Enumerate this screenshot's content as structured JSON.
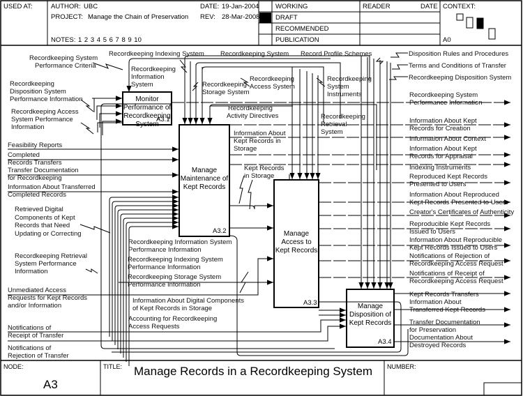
{
  "header": {
    "used_at_label": "USED AT:",
    "author_label": "AUTHOR:",
    "author": "UBC",
    "project_label": "PROJECT:",
    "project": "Manage the Chain of Preservation",
    "date_label": "DATE:",
    "date": "19-Jan-2004",
    "rev_label": "REV:",
    "rev": "28-Mar-2008",
    "notes_label": "NOTES:",
    "notes": "1  2  3  4  5  6  7  8  9  10",
    "status": [
      {
        "label": "WORKING",
        "selected": false
      },
      {
        "label": "DRAFT",
        "selected": true
      },
      {
        "label": "RECOMMENDED",
        "selected": false
      },
      {
        "label": "PUBLICATION",
        "selected": false
      }
    ],
    "reader_label": "READER",
    "reader_date_label": "DATE",
    "context_label": "CONTEXT:",
    "context_node": "A0"
  },
  "boxes": [
    {
      "id": "A3.1",
      "label_lines": [
        "Monitor",
        "Performance of",
        "Recordkeeping",
        "System"
      ]
    },
    {
      "id": "A3.2",
      "label_lines": [
        "Manage",
        "Maintenance of",
        "Kept Records"
      ]
    },
    {
      "id": "A3.3",
      "label_lines": [
        "Manage",
        "Access to",
        "Kept Records"
      ]
    },
    {
      "id": "A3.4",
      "label_lines": [
        "Manage",
        "Disposition of",
        "Kept  Records"
      ]
    }
  ],
  "controls": {
    "rk_system_performance_criteria": [
      "Recordkeeping System",
      "Performance Criteria"
    ],
    "rk_indexing_system": "Recordkeeping Indexing System",
    "rk_system": "Recordkeeping System",
    "record_profile_schemes": "Record Profile Schemes",
    "disposition_rules": "Disposition Rules and Procedures",
    "terms_conditions": "Terms and Conditions of Transfer",
    "rk_disposition_system": "Recordkeeping Disposition System",
    "rk_information_system": [
      "Recordkeeping",
      "Information",
      "System"
    ],
    "rk_storage_system": [
      "Recordkeeping",
      "Storage System"
    ],
    "rk_access_system": [
      "Recordkeeping",
      "Access System"
    ],
    "rk_system_instruments": [
      "Recordkeeping",
      "System",
      "Instruments"
    ],
    "rk_activity_directives": [
      "Recordkeeping",
      "Activity Directives"
    ],
    "rk_retrieval_system": [
      "Recordkeeping",
      "Retrieval",
      "System"
    ]
  },
  "inputs": {
    "rk_disposition_perf": [
      "Recordkeeping",
      "Disposition System",
      "Performance Information"
    ],
    "rk_access_perf": [
      "Recordkeeping Access",
      "System Performance",
      "Information"
    ],
    "feasibility_reports": "Feasibility Reports",
    "completed_records_transfers": [
      "Completed",
      "Records Transfers"
    ],
    "transfer_documentation": [
      "Transfer Documentation",
      "for Recordkeeping"
    ],
    "info_transferred_completed": [
      "Information About Transferred",
      "Completed Records"
    ],
    "retrieved_digital_components": [
      "Retrieved Digital",
      "Components of Kept",
      "Records that Need",
      "Updating or Correcting"
    ],
    "rk_retrieval_perf": [
      "Recordkeeping Retrieval",
      "System Performance",
      "Information"
    ],
    "unmediated_access": [
      "Unmediated Access",
      "Requests for Kept Records",
      "and/or Information"
    ],
    "notif_receipt_transfer": [
      "Notifications of",
      "Receipt of Transfer"
    ],
    "notif_rejection_transfer": [
      "Notifications of",
      "Rejection of Transfer"
    ]
  },
  "internal": {
    "info_kept_in_storage": [
      "Information About",
      "Kept Records in",
      "Storage"
    ],
    "kept_records_in_storage": [
      "Kept Records",
      "in Storage"
    ],
    "rk_info_sys_perf": [
      "Recordkeeping Information System",
      "Performance Information"
    ],
    "rk_index_sys_perf": [
      "Recordkeeping Indexing System",
      "Performance Information"
    ],
    "rk_storage_sys_perf": [
      "Recordkeeping Storage System",
      "Performance Information"
    ],
    "info_digital_components": [
      "Information About Digital Components",
      "of Kept Records in Storage"
    ],
    "accounting_access": [
      "Accounting for Recordkeeping",
      "Access Requests"
    ]
  },
  "outputs": [
    [
      "Recordkeeping System",
      "Performance Information"
    ],
    [
      "Information About Kept",
      "Records for Creation"
    ],
    [
      "Information About Context"
    ],
    [
      "Information About Kept",
      "Records for Appraisal"
    ],
    [
      "Indexing Instruments"
    ],
    [
      "Reproduced Kept Records",
      "Presented to Users"
    ],
    [
      "Information About Reproduced",
      "Kept Records Presented to Users"
    ],
    [
      "Creator's Certificates of Authenticity"
    ],
    [
      "Reproducible Kept Records",
      "Issued to Users"
    ],
    [
      "Information About Reproducible",
      "Kept Records Issued to Users"
    ],
    [
      "Notifications of Rejection of",
      "Recordkeeping Access Request"
    ],
    [
      "Notifications of Receipt of",
      "Recordkeeping Access Request"
    ],
    [
      "Kept Records Transfers"
    ],
    [
      "Information About",
      "Transferred Kept Records"
    ],
    [
      "Transfer Documentation",
      "for Preservation"
    ],
    [
      "Documentation About",
      "Destroyed Records"
    ]
  ],
  "footer": {
    "node_label": "NODE:",
    "node": "A3",
    "title_label": "TITLE:",
    "title": "Manage Records in a Recordkeeping System",
    "number_label": "NUMBER:"
  }
}
